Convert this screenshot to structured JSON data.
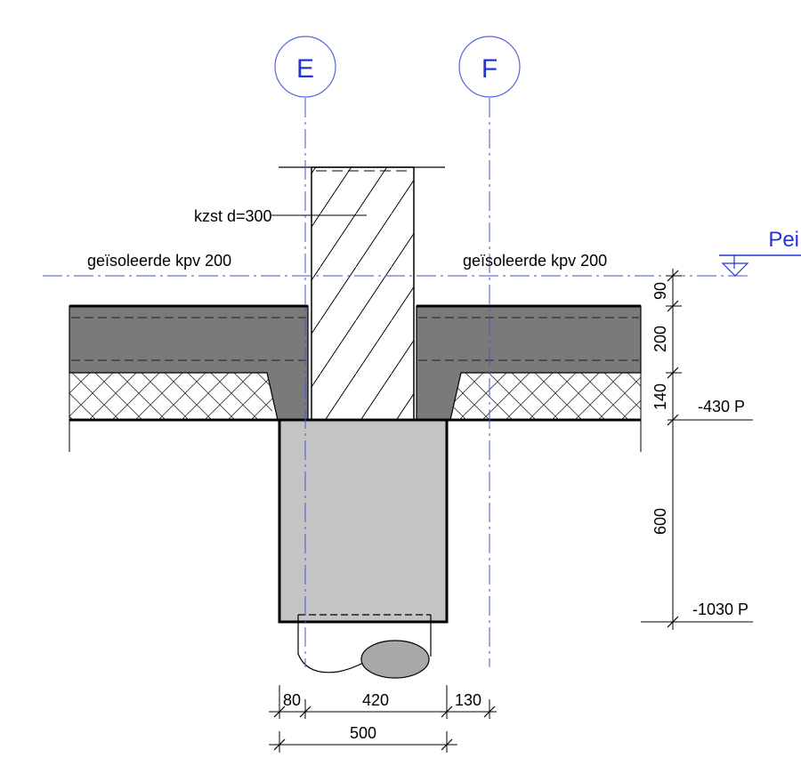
{
  "grid_axes": {
    "left": "E",
    "right": "F"
  },
  "level": {
    "label": "Pei"
  },
  "labels": {
    "wall": "kzst d=300",
    "floor_left": "geïsoleerde kpv 200",
    "floor_right": "geïsoleerde kpv 200"
  },
  "elevations": {
    "floor_bottom": "-430 P",
    "foundation_bottom": "-1030 P"
  },
  "vertical_dims": {
    "d1": "90",
    "d2": "200",
    "d3": "140",
    "d4": "600"
  },
  "horizontal_dims": {
    "left_offset": "80",
    "middle": "420",
    "right_offset": "130",
    "total": "500"
  },
  "colors": {
    "axis": "#3344cc",
    "slab": "#7a7a7a",
    "foundation": "#c4c4c4",
    "rebar": "#a8a8a8"
  }
}
